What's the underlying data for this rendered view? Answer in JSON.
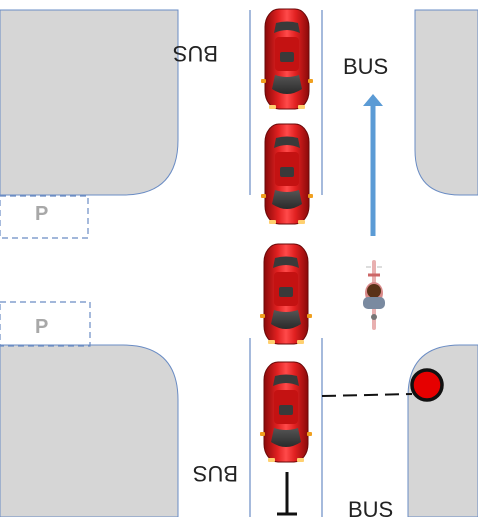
{
  "labels": {
    "bus_upright_top": "BUS",
    "bus_mirrored_top": "BUS",
    "bus_mirrored_bottom": "BUS",
    "bus_upright_bottom": "BUS",
    "parking_top": "P",
    "parking_bottom": "P"
  },
  "colors": {
    "block_fill": "#d6d6d6",
    "block_edge": "#6a8cc4",
    "car_body": "#cc1414",
    "arrow": "#5b9bd5",
    "signal": "#e60000",
    "parking_text": "#a8a8a8"
  },
  "elements": {
    "cars": [
      "car-1",
      "car-2",
      "car-3",
      "car-4"
    ],
    "cyclist": "cyclist",
    "signal": "red-signal-light",
    "arrow_direction": "up",
    "down_marker": "stop-bar-arrow"
  }
}
